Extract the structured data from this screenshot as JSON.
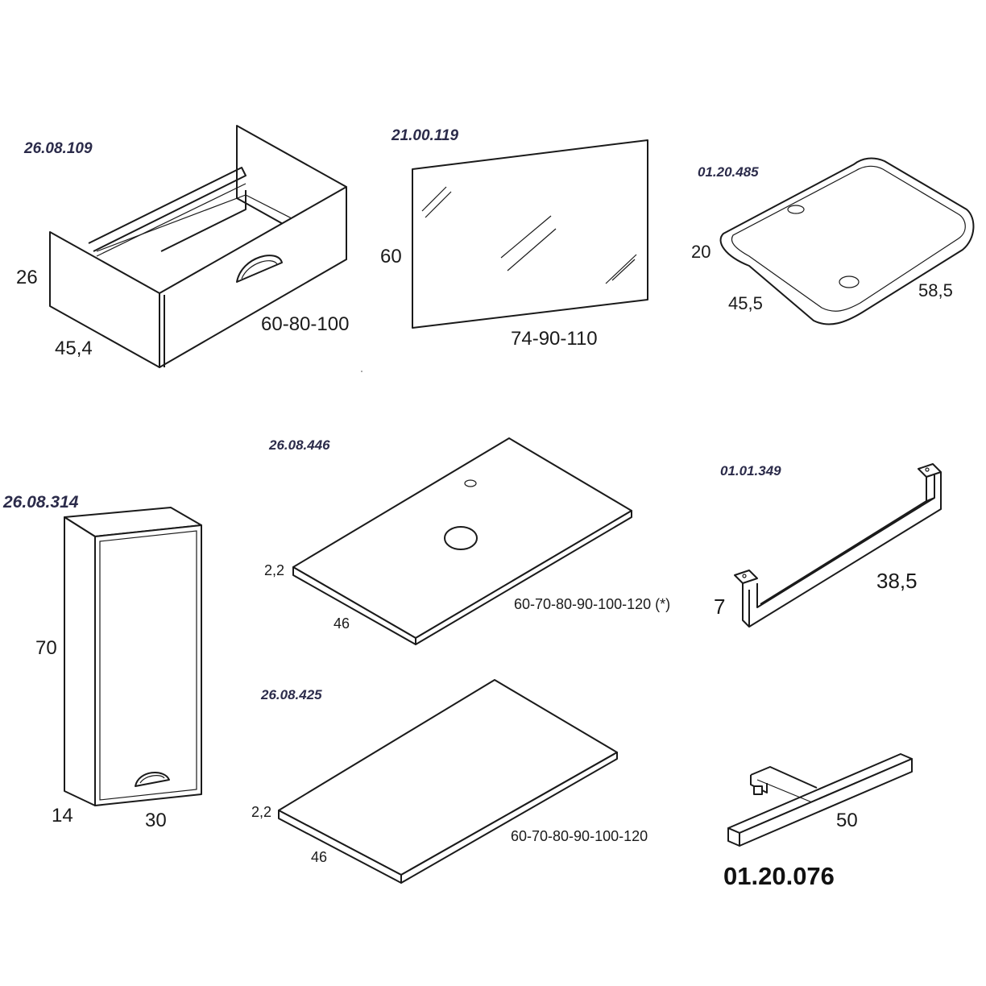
{
  "products": {
    "drawer_unit": {
      "code": "26.08.109",
      "height": "26",
      "depth": "45,4",
      "width": "60-80-100"
    },
    "mirror": {
      "code": "21.00.119",
      "height": "60",
      "width": "74-90-110"
    },
    "basin": {
      "code": "01.20.485",
      "height": "20",
      "depth": "45,5",
      "width": "58,5"
    },
    "column_cabinet": {
      "code": "26.08.314",
      "height": "70",
      "depth": "14",
      "width": "30"
    },
    "countertop_hole": {
      "code": "26.08.446",
      "thickness": "2,2",
      "depth": "46",
      "width": "60-70-80-90-100-120 (*)"
    },
    "countertop_plain": {
      "code": "26.08.425",
      "thickness": "2,2",
      "depth": "46",
      "width": "60-70-80-90-100-120"
    },
    "towel_bar": {
      "code": "01.01.349",
      "height": "7",
      "width": "38,5"
    },
    "led_light": {
      "code": "01.20.076",
      "width": "50"
    }
  }
}
